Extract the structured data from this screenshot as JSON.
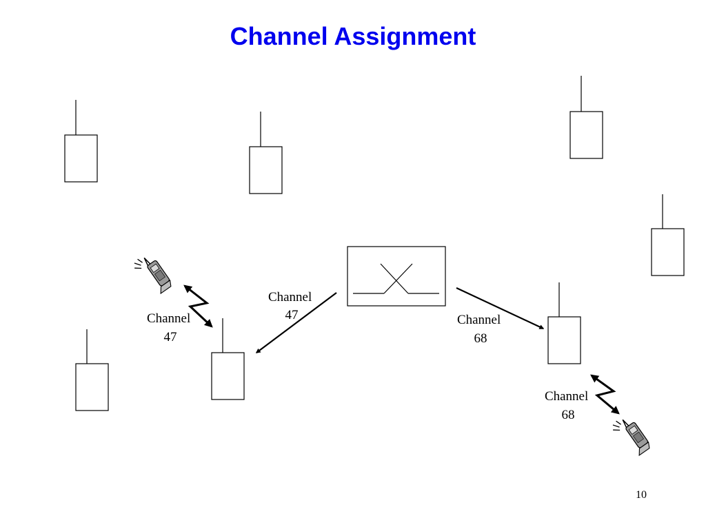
{
  "title": "Channel Assignment",
  "labels": {
    "center_left": [
      "Channel",
      "47"
    ],
    "center_right": [
      "Channel",
      "68"
    ],
    "left_phone": [
      "Channel",
      "47"
    ],
    "right_phone": [
      "Channel",
      "68"
    ]
  },
  "page_number": "10",
  "colors": {
    "title": "#0000ee",
    "stroke": "#000000"
  }
}
